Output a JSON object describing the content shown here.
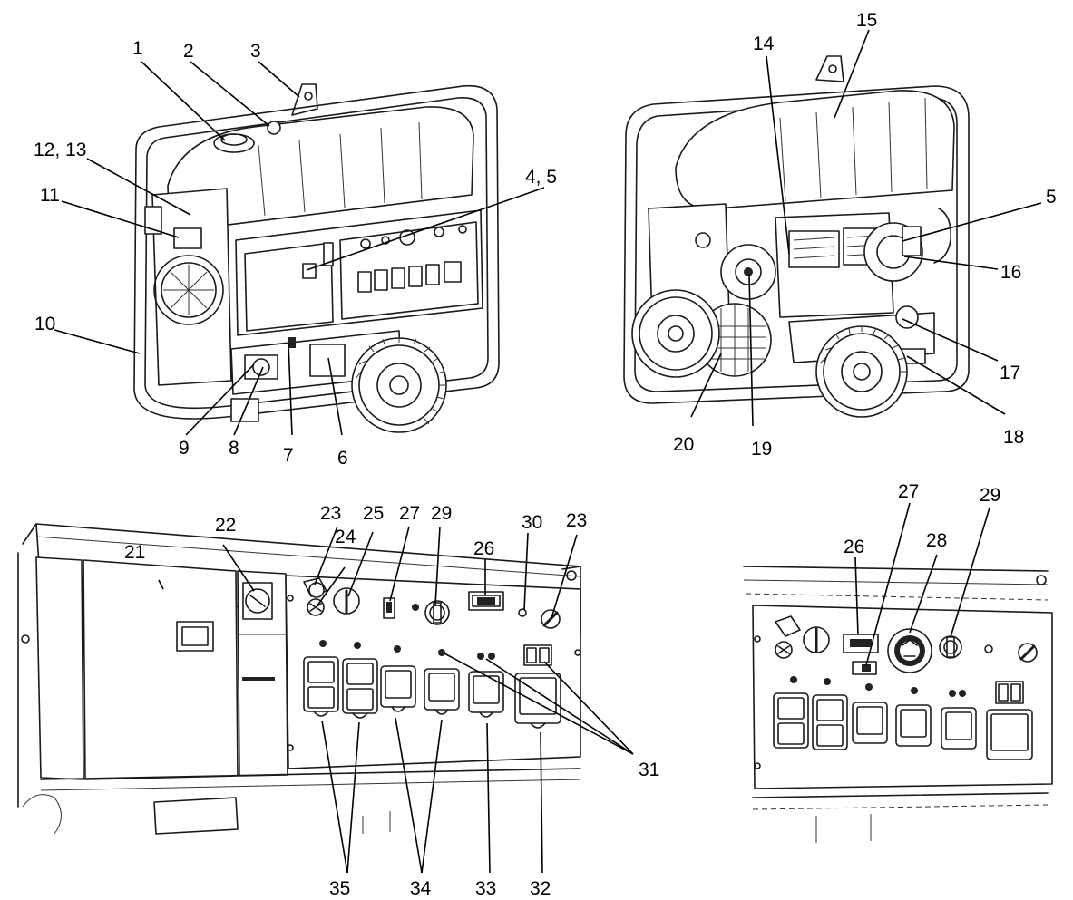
{
  "labels": {
    "l1": "1",
    "l2": "2",
    "l3": "3",
    "l1213": "12, 13",
    "l45": "4, 5",
    "l11": "11",
    "l10": "10",
    "l9": "9",
    "l8": "8",
    "l7": "7",
    "l6": "6",
    "l14": "14",
    "l15": "15",
    "l5": "5",
    "l16": "16",
    "l17": "17",
    "l18": "18",
    "l19": "19",
    "l20": "20",
    "l21": "21",
    "l22": "22",
    "l23a": "23",
    "l24": "24",
    "l25": "25",
    "l27a": "27",
    "l29a": "29",
    "l26a": "26",
    "l30": "30",
    "l23b": "23",
    "l31": "31",
    "l35": "35",
    "l34": "34",
    "l33": "33",
    "l32": "32",
    "l26b": "26",
    "l27b": "27",
    "l28": "28",
    "l29b": "29"
  }
}
